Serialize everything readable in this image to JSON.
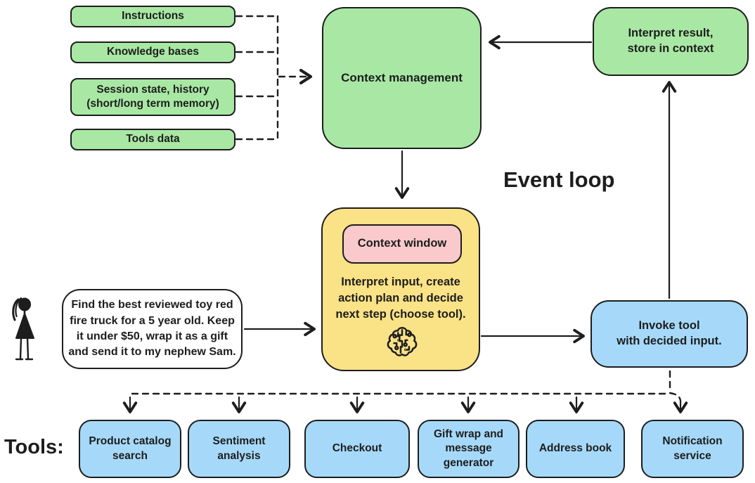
{
  "colors": {
    "green": "#a8e8a4",
    "yellow": "#fae286",
    "pink": "#f9c9cc",
    "blue": "#a6d9f9",
    "stroke": "#1d1d1d",
    "text": "#1d1d1d"
  },
  "diagram": {
    "event_loop_label": "Event loop",
    "tools_label": "Tools:",
    "sources": [
      "Instructions",
      "Knowledge bases",
      "Session state, history\n(short/long term memory)",
      "Tools data"
    ],
    "context_management": "Context management",
    "interpret_result": "Interpret result,\nstore in context",
    "context_window": "Context window",
    "agent_step": "Interpret input, create\naction plan and decide\nnext step (choose tool).",
    "invoke_tool": "Invoke tool\nwith decided input.",
    "user_request": "Find the best reviewed toy red\nfire truck for a 5 year old. Keep\nit under $50, wrap it as a gift\nand send it to my nephew Sam.",
    "tools": [
      "Product catalog\nsearch",
      "Sentiment\nanalysis",
      "Checkout",
      "Gift wrap and\nmessage\ngenerator",
      "Address book",
      "Notification\nservice"
    ],
    "icons": {
      "brain": "circuit-brain-icon",
      "user": "stick-figure-user-icon"
    }
  }
}
